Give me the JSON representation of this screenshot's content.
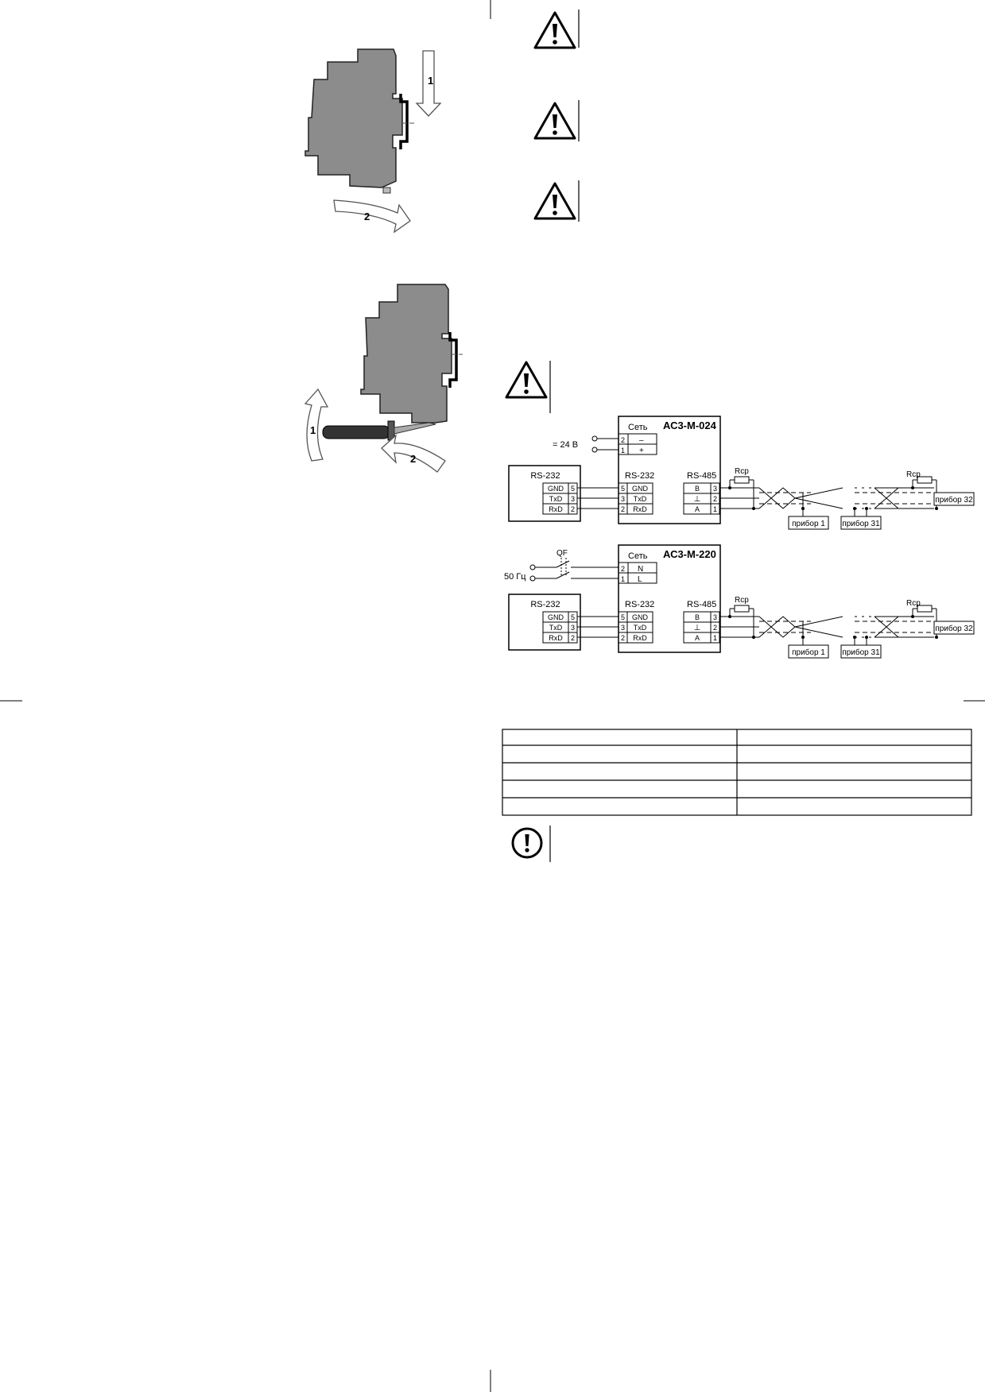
{
  "colors": {
    "housing": "#8c8c8c",
    "ink": "#000000",
    "paper": "#ffffff"
  },
  "icons": [
    "warning-triangle-icon",
    "exclamation-circle-icon",
    "screwdriver-icon",
    "arrow-down-icon",
    "arrow-rotate-icon"
  ],
  "mounting": {
    "install": {
      "arrow1_label": "1",
      "arrow2_label": "2"
    },
    "remove": {
      "arrow1_label": "1",
      "arrow2_label": "2"
    }
  },
  "diagram1": {
    "model": "АС3-М-024",
    "set_label": "Сеть",
    "supply_label": "= 24 В",
    "power_pins": [
      {
        "num": "2",
        "name": "–"
      },
      {
        "num": "1",
        "name": "+"
      }
    ],
    "pc_port_label": "RS-232",
    "pc_pins": [
      {
        "name": "GND",
        "num": "5"
      },
      {
        "name": "TxD",
        "num": "3"
      },
      {
        "name": "RxD",
        "num": "2"
      }
    ],
    "rs232_label": "RS-232",
    "rs232_pins": [
      {
        "num": "5",
        "name": "GND"
      },
      {
        "num": "3",
        "name": "TxD"
      },
      {
        "num": "2",
        "name": "RxD"
      }
    ],
    "rs485_label": "RS-485",
    "rs485_pins": [
      {
        "name": "B",
        "num": "3"
      },
      {
        "name": "⊥",
        "num": "2"
      },
      {
        "name": "A",
        "num": "1"
      }
    ],
    "rcp_label": "Rср",
    "device_1": "прибор 1",
    "device_31": "прибор 31",
    "device_32": "прибор 32"
  },
  "diagram2": {
    "model": "АС3-М-220",
    "set_label": "Сеть",
    "supply_label": "50 Гц",
    "switch_label": "QF",
    "power_pins": [
      {
        "num": "2",
        "name": "N"
      },
      {
        "num": "1",
        "name": "L"
      }
    ],
    "pc_port_label": "RS-232",
    "pc_pins": [
      {
        "name": "GND",
        "num": "5"
      },
      {
        "name": "TxD",
        "num": "3"
      },
      {
        "name": "RxD",
        "num": "2"
      }
    ],
    "rs232_label": "RS-232",
    "rs232_pins": [
      {
        "num": "5",
        "name": "GND"
      },
      {
        "num": "3",
        "name": "TxD"
      },
      {
        "num": "2",
        "name": "RxD"
      }
    ],
    "rs485_label": "RS-485",
    "rs485_pins": [
      {
        "name": "B",
        "num": "3"
      },
      {
        "name": "⊥",
        "num": "2"
      },
      {
        "name": "A",
        "num": "1"
      }
    ],
    "rcp_label": "Rср",
    "device_1": "прибор 1",
    "device_31": "прибор 31",
    "device_32": "прибор 32"
  },
  "table": {
    "rows": 5,
    "columns": 2
  }
}
